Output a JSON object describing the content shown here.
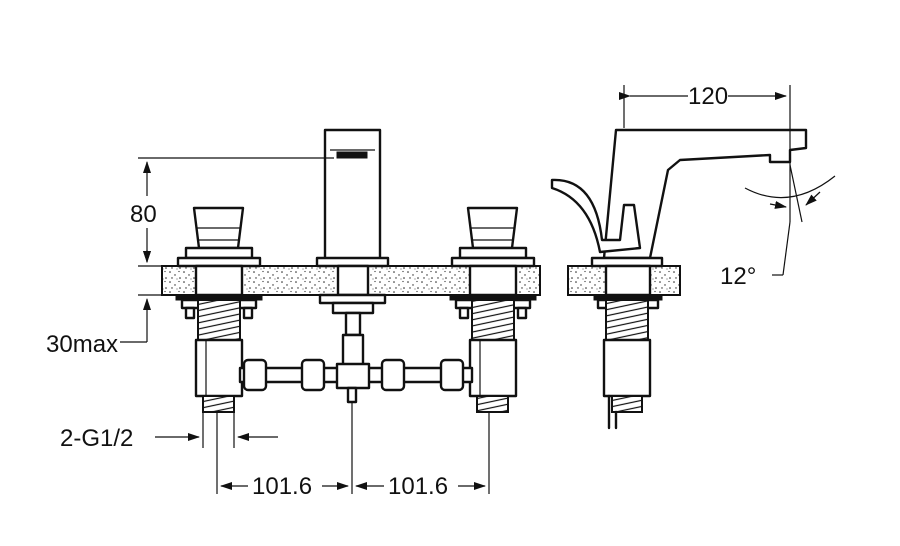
{
  "dimensions": {
    "spout_reach": "120",
    "spout_height": "80",
    "deck_thickness": "30max",
    "connection": "2-G1/2",
    "spacing_left": "101.6",
    "spacing_right": "101.6",
    "angle": "12°"
  },
  "colors": {
    "line": "#111111",
    "background": "#ffffff"
  }
}
